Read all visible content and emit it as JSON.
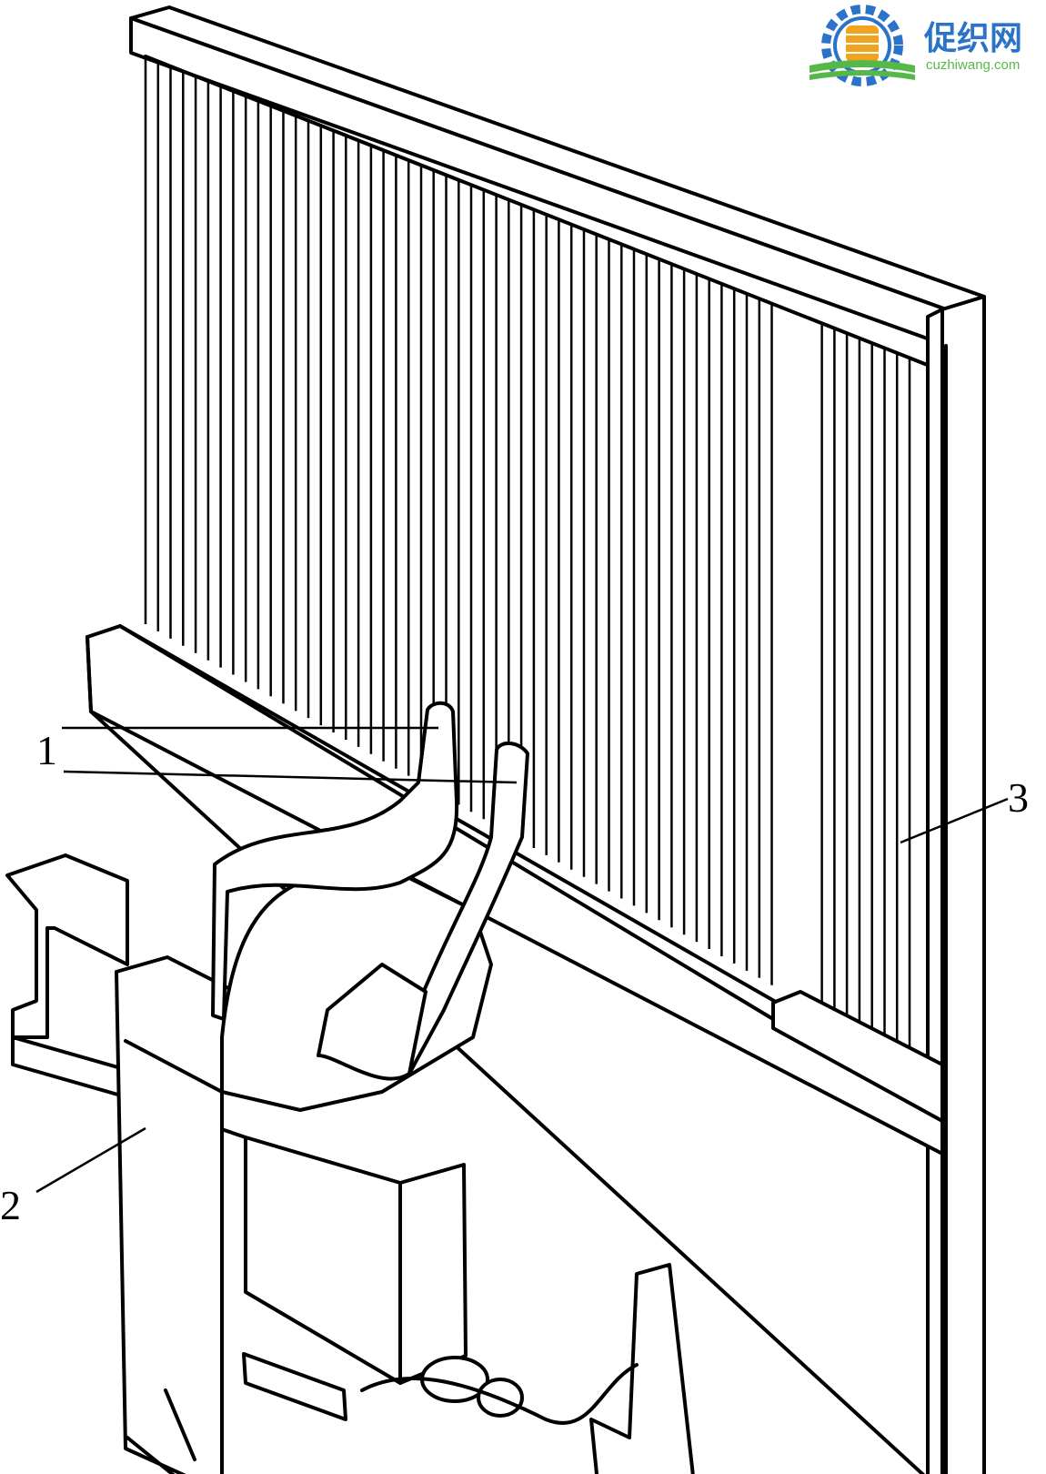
{
  "watermark": {
    "name_cn": "促织网",
    "domain": "cuzhiwang.com",
    "colors": {
      "gear": "#2a73c8",
      "spool": "#f0a31e",
      "green": "#57b84a",
      "text": "#2a73c8"
    }
  },
  "labels": {
    "label_1": "1",
    "label_2": "2",
    "label_3": "3"
  },
  "drawing": {
    "line_color": "#000000",
    "background": "#ffffff"
  }
}
